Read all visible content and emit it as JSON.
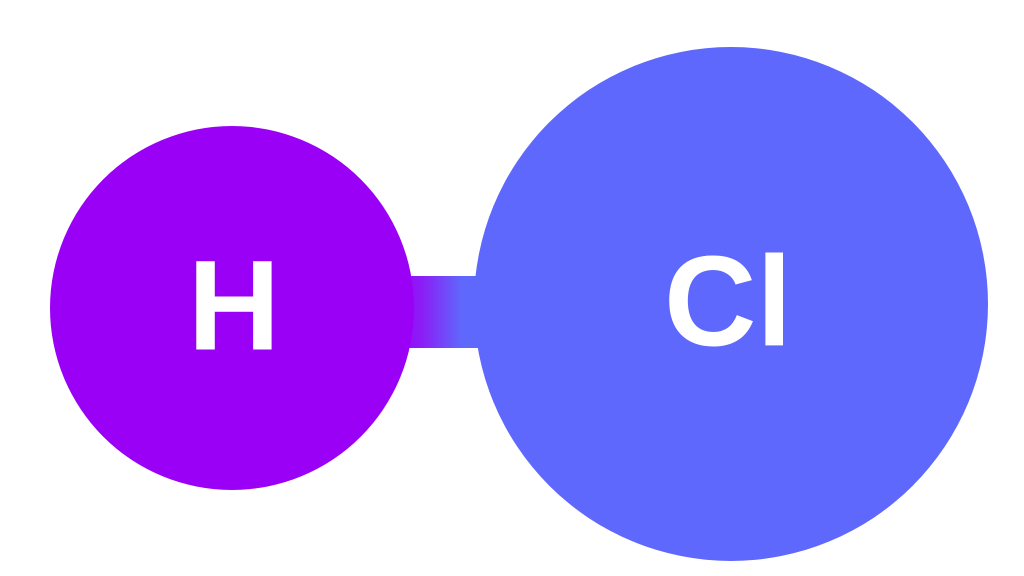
{
  "molecule": {
    "atoms": [
      {
        "symbol": "H",
        "color": "#9A00F6"
      },
      {
        "symbol": "Cl",
        "color": "#5F68FC"
      }
    ],
    "bond": {
      "from": "H",
      "to": "Cl",
      "order": 1
    }
  }
}
